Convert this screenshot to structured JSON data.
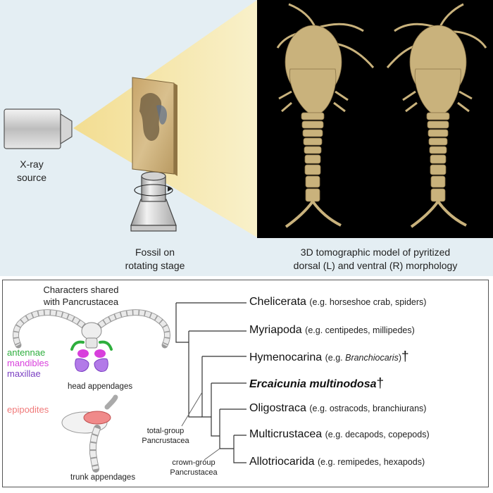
{
  "top": {
    "colors": {
      "background": "#e4eef3",
      "beam": "#f6e7a4",
      "model_bg": "#000000",
      "fossil": "#c9b27c"
    },
    "xray_label": [
      "X-ray",
      "source"
    ],
    "stage_label": [
      "Fossil on",
      "rotating stage"
    ],
    "model_caption": [
      "3D tomographic model of pyritized",
      "dorsal (L) and ventral (R) morphology"
    ]
  },
  "bottom": {
    "characters_title": [
      "Characters shared",
      "with Pancrustacea"
    ],
    "legend": [
      {
        "label": "antennae",
        "color": "#2eae3d"
      },
      {
        "label": "mandibles",
        "color": "#d83fdc"
      },
      {
        "label": "maxillae",
        "color": "#7a3fc2"
      }
    ],
    "head_label": "head appendages",
    "epipodites": {
      "label": "epipodites",
      "color": "#f07a7a"
    },
    "trunk_label": "trunk appendages",
    "clade_labels": {
      "total": [
        "total-group",
        "Pancrustacea"
      ],
      "crown": [
        "crown-group",
        "Pancrustacea"
      ]
    },
    "taxa": [
      {
        "name": "Chelicerata",
        "example": "(e.g. horseshoe crab, spiders)"
      },
      {
        "name": "Myriapoda",
        "example": "(e.g. centipedes, millipedes)"
      },
      {
        "name": "Hymenocarina",
        "example_pre": "(e.g. ",
        "example_italic": "Branchiocaris",
        "example_post": ")",
        "dagger": "†"
      },
      {
        "name": "Ercaicunia multinodosa",
        "dagger": "†"
      },
      {
        "name": "Oligostraca",
        "example": "(e.g. ostracods, branchiurans)"
      },
      {
        "name": "Multicrustacea",
        "example": "(e.g. decapods, copepods)"
      },
      {
        "name": "Allotriocarida",
        "example": "(e.g. remipedes, hexapods)"
      }
    ]
  }
}
